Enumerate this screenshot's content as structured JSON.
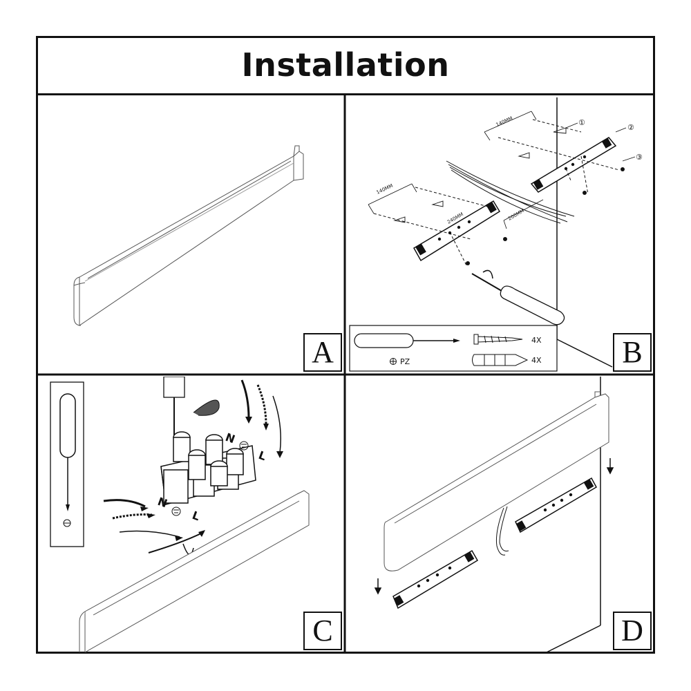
{
  "title": "Installation",
  "panels": [
    {
      "label": "A"
    },
    {
      "label": "B"
    },
    {
      "label": "C"
    },
    {
      "label": "D"
    }
  ],
  "panel_b": {
    "dimensions": [
      "140MM",
      "140MM",
      "240MM",
      "200MM"
    ],
    "callouts": [
      "①",
      "②",
      "③"
    ],
    "tools": {
      "screwdriver_type": "PZ",
      "screw_qty": "4X",
      "anchor_qty": "4X"
    }
  },
  "panel_c": {
    "terminal_labels": [
      "N",
      "L",
      "N",
      "L"
    ]
  },
  "icons": [
    "screwdriver-icon",
    "screw-icon",
    "wall-anchor-icon",
    "phillips-head-icon",
    "mounting-bracket-icon",
    "terminal-block-icon",
    "rotate-arrow-icon"
  ]
}
